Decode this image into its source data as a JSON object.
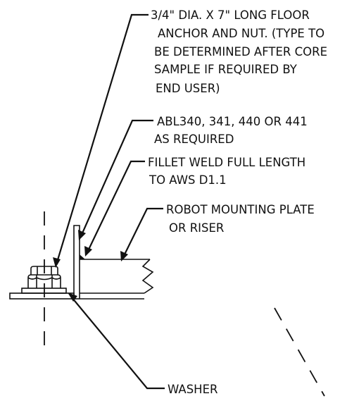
{
  "callouts": {
    "anchor": {
      "lines": [
        "3/4\" DIA. X 7\" LONG FLOOR",
        "ANCHOR AND NUT. (TYPE TO",
        "BE DETERMINED AFTER CORE",
        "SAMPLE IF REQUIRED BY",
        "END USER)"
      ]
    },
    "bracket": {
      "lines": [
        "ABL340, 341, 440 OR 441",
        "AS REQUIRED"
      ]
    },
    "weld": {
      "lines": [
        "FILLET WELD FULL LENGTH",
        "TO AWS D1.1"
      ]
    },
    "plate": {
      "lines": [
        "ROBOT MOUNTING PLATE",
        "OR RISER"
      ]
    },
    "washer": {
      "lines": [
        "WASHER"
      ]
    }
  }
}
